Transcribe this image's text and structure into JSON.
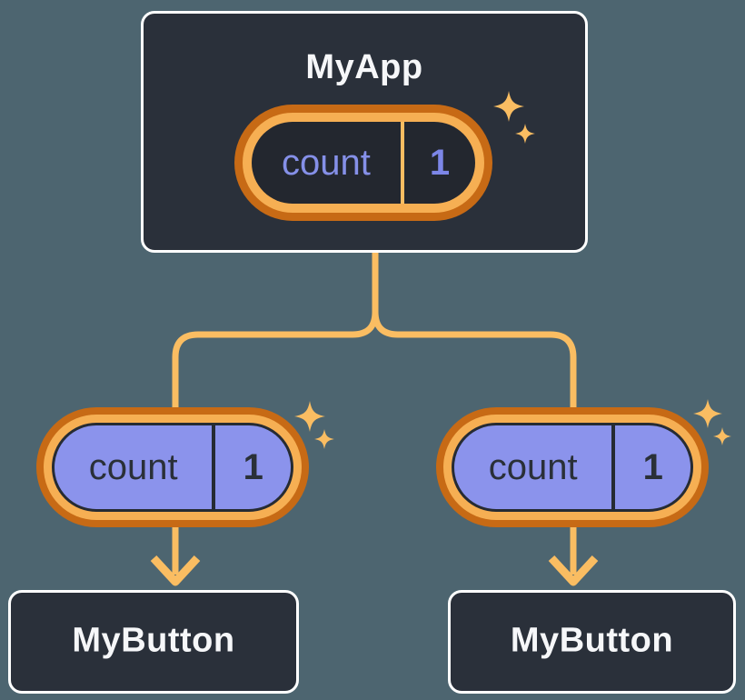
{
  "tree": {
    "root": {
      "label": "MyApp",
      "state": {
        "name": "count",
        "value": "1"
      }
    },
    "children": [
      {
        "label": "MyButton",
        "state": {
          "name": "count",
          "value": "1"
        }
      },
      {
        "label": "MyButton",
        "state": {
          "name": "count",
          "value": "1"
        }
      }
    ]
  },
  "colors": {
    "background": "#4D6570",
    "card_fill": "#2A303A",
    "card_border": "#FFFFFF",
    "card_text": "#F6F7F9",
    "connector": "#FABD62",
    "pill_ring_outer": "#C76A15",
    "pill_ring_inner": "#F6AF53",
    "root_pill_fill": "#23272F",
    "root_state_text": "#8590E8",
    "child_pill_fill": "#8B93EC",
    "child_state_text": "#2A3038",
    "sparkle": "#FABD62"
  }
}
